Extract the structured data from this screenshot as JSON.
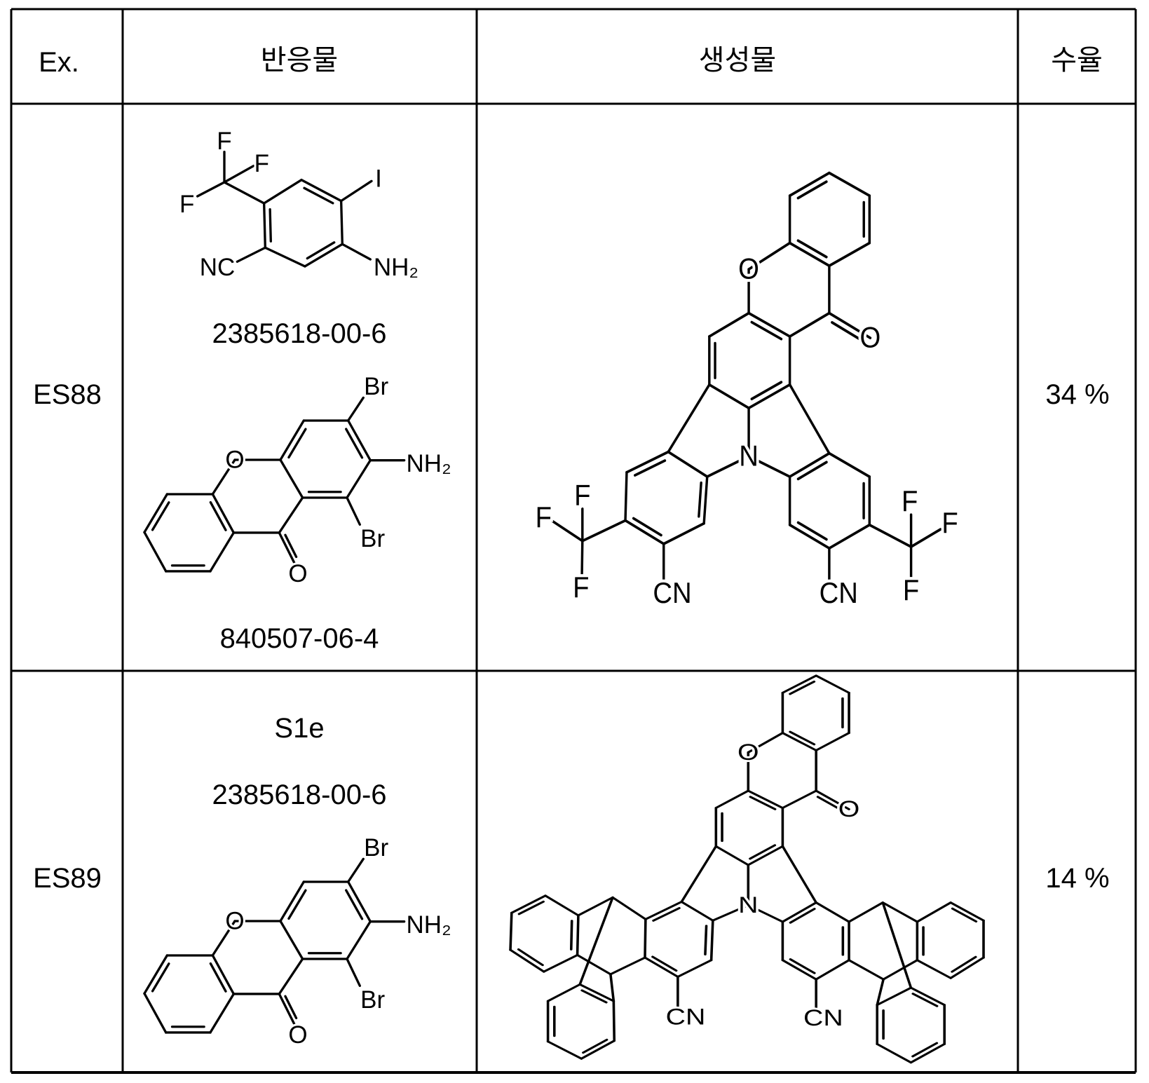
{
  "header": {
    "ex": "Ex.",
    "reactant": "반응물",
    "product": "생성물",
    "yield": "수율"
  },
  "rows": [
    {
      "id": "ES88",
      "reactant1": {
        "labels": [
          "F",
          "F",
          "F",
          "I",
          "NH₂",
          "NC"
        ],
        "cas": "2385618-00-6"
      },
      "reactant2": {
        "labels": [
          "Br",
          "NH₂",
          "Br",
          "O",
          "O"
        ],
        "cas": "840507-06-4"
      },
      "product": {
        "labels": [
          "O",
          "O",
          "N",
          "F",
          "F",
          "F",
          "F",
          "F",
          "F",
          "CN",
          "CN"
        ]
      },
      "yield": "34 %"
    },
    {
      "id": "ES89",
      "reactant1": {
        "name": "S1e",
        "cas": "2385618-00-6"
      },
      "reactant2": {
        "labels": [
          "Br",
          "NH₂",
          "Br",
          "O",
          "O"
        ]
      },
      "product": {
        "labels": [
          "O",
          "O",
          "N",
          "CN",
          "CN"
        ]
      },
      "yield": "14 %"
    }
  ]
}
